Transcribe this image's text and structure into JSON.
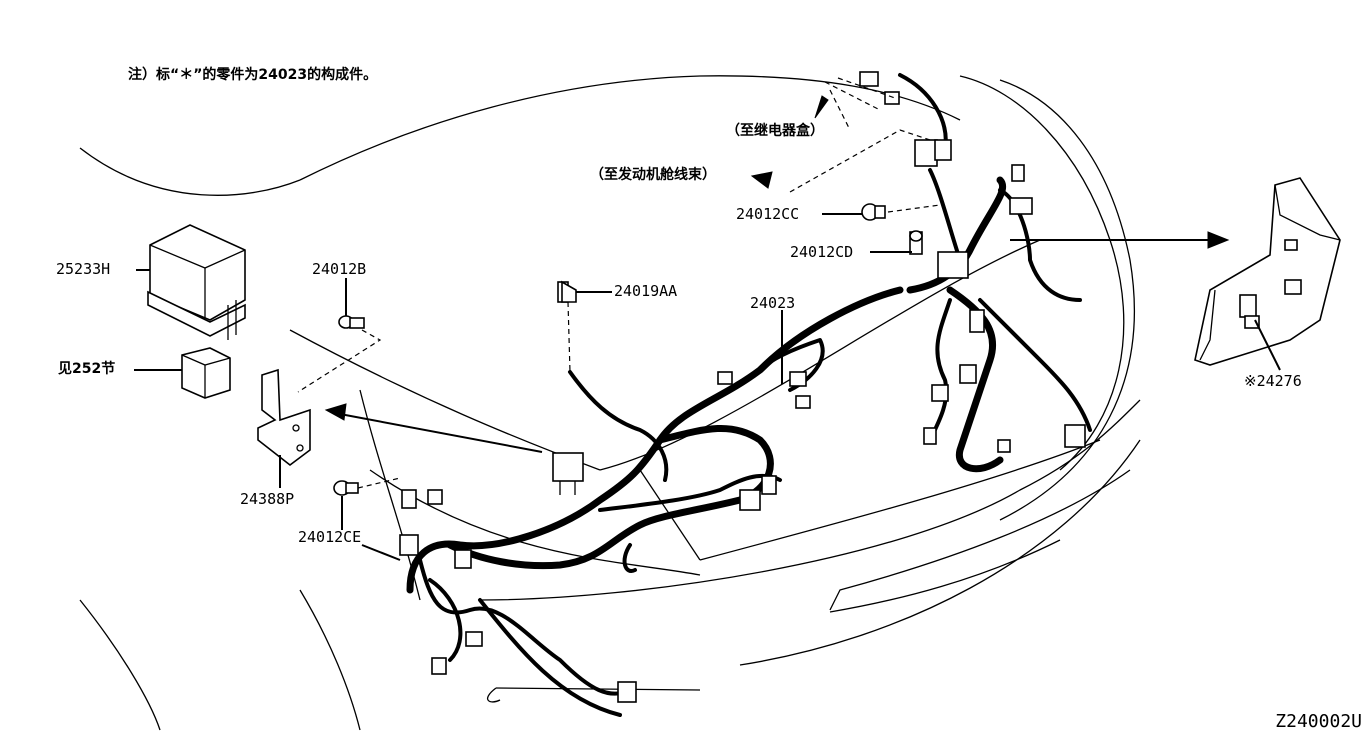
{
  "note": "注）标“＊”的零件为24023的构成件。",
  "destinations": {
    "relay_box": "（至继电器盒）",
    "engine_harness": "（至发动机舱线束）"
  },
  "parts": {
    "p25233H": "25233H",
    "p252": "见252节",
    "p24012B": "24012B",
    "p24019AA": "24019AA",
    "p24023": "24023",
    "p24012CC": "24012CC",
    "p24012CD": "24012CD",
    "p24276": "※24276",
    "p24388P": "24388P",
    "p24012CE": "24012CE"
  },
  "diagram_code": "Z240002U"
}
